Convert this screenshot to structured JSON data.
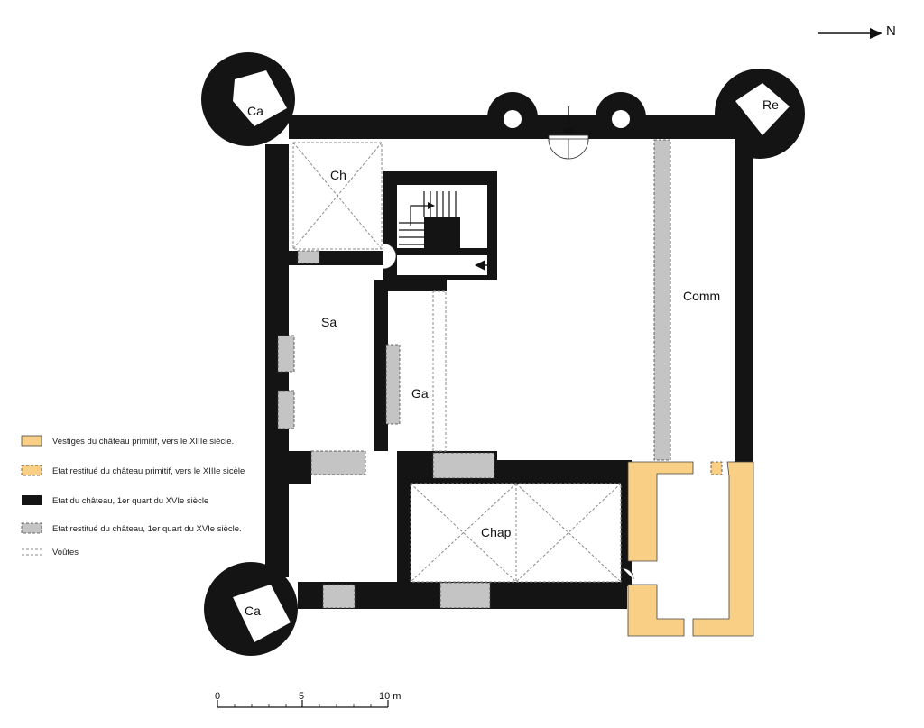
{
  "north": {
    "label": "N"
  },
  "rooms": [
    {
      "id": "ca-nw",
      "label": "Ca"
    },
    {
      "id": "re",
      "label": "Re"
    },
    {
      "id": "ch",
      "label": "Ch"
    },
    {
      "id": "sa",
      "label": "Sa"
    },
    {
      "id": "ga",
      "label": "Ga"
    },
    {
      "id": "comm",
      "label": "Comm"
    },
    {
      "id": "chap",
      "label": "Chap"
    },
    {
      "id": "ca-sw",
      "label": "Ca"
    }
  ],
  "legend": [
    {
      "label": "Vestiges du château primitif, vers le XIIIe siècle.",
      "fill": "#f9cf86",
      "stroke": "#444444",
      "dashed": false
    },
    {
      "label": "Etat restitué du château primitif, vers le XIIIe sicèle",
      "fill": "#f9cf86",
      "stroke": "#444444",
      "dashed": true
    },
    {
      "label": "Etat du château, 1er quart du XVIe siècle",
      "fill": "#141414",
      "stroke": "#141414",
      "dashed": false
    },
    {
      "label": "Etat restitué du château, 1er quart du XVIe siècle.",
      "fill": "#c4c4c4",
      "stroke": "#444444",
      "dashed": true
    },
    {
      "label": "Voûtes",
      "fill": "none",
      "stroke": "#888888",
      "dashed": true,
      "line": true
    }
  ],
  "scale": {
    "ticks": [
      "0",
      "5",
      "10 m"
    ]
  },
  "colors": {
    "wall": "#141414",
    "restored_wall": "#c4c4c4",
    "primitive": "#f9cf86",
    "vault_line": "#8a8a8a"
  }
}
